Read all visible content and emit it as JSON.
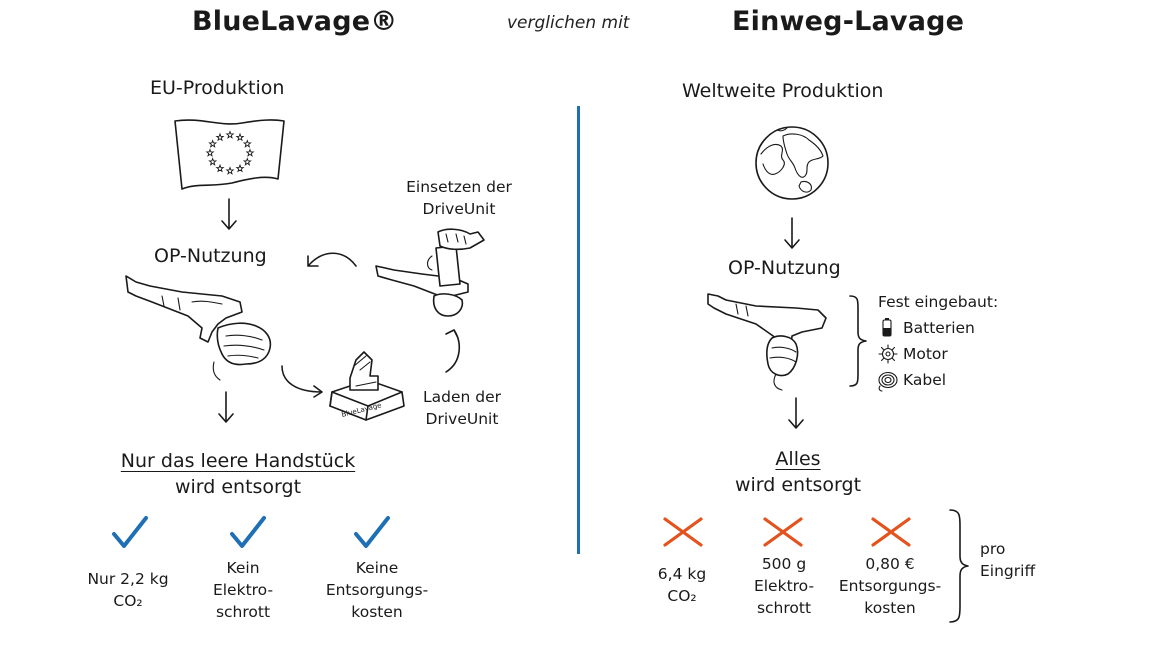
{
  "header": {
    "left_title": "BlueLavage®",
    "middle": "verglichen mit",
    "right_title": "Einweg-Lavage"
  },
  "left": {
    "production": "EU-Produktion",
    "usage": "OP-Nutzung",
    "insert_step": [
      "Einsetzen der",
      "DriveUnit"
    ],
    "charge_step": [
      "Laden der",
      "DriveUnit"
    ],
    "charger_brand": "BlueLavage",
    "disposal_underlined": "Nur das leere Handstück",
    "disposal_rest": "wird entsorgt",
    "benefits": [
      {
        "lines": [
          "Nur 2,2 kg",
          "CO₂"
        ]
      },
      {
        "lines": [
          "Kein",
          "Elektro-",
          "schrott"
        ]
      },
      {
        "lines": [
          "Keine",
          "Entsorgungs-",
          "kosten"
        ]
      }
    ],
    "check_color": "#1f6fb5"
  },
  "right": {
    "production": "Weltweite Produktion",
    "usage": "OP-Nutzung",
    "builtin_heading": "Fest eingebaut:",
    "builtin_items": [
      {
        "label": "Batterien",
        "icon": "battery-icon"
      },
      {
        "label": "Motor",
        "icon": "gear-icon"
      },
      {
        "label": "Kabel",
        "icon": "cable-icon"
      }
    ],
    "disposal_underlined": "Alles",
    "disposal_rest": "wird entsorgt",
    "drawbacks": [
      {
        "lines": [
          "6,4 kg",
          "CO₂"
        ]
      },
      {
        "lines": [
          "500 g",
          "Elektro-",
          "schrott"
        ]
      },
      {
        "lines": [
          "0,80 €",
          "Entsorgungs-",
          "kosten"
        ]
      }
    ],
    "per_procedure": [
      "pro",
      "Eingriff"
    ],
    "cross_color": "#e2541e"
  },
  "divider_color": "#1f6fb5"
}
